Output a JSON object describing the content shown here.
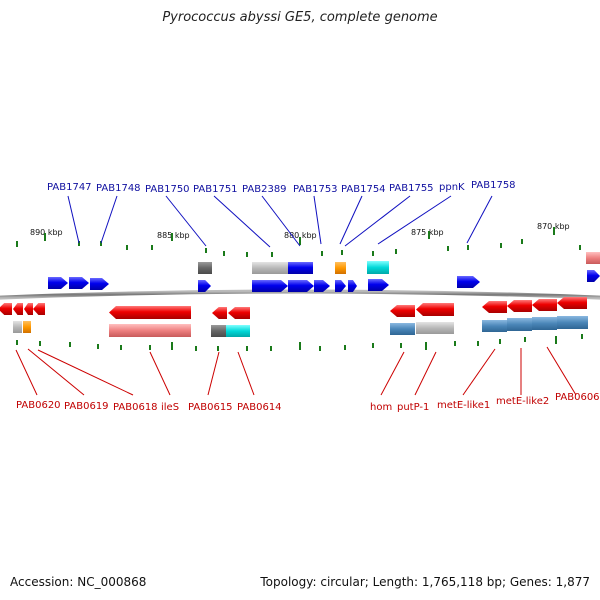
{
  "title": "Pyrococcus abyssi GE5, complete genome",
  "footer": {
    "accession": "Accession: NC_000868",
    "summary": "Topology: circular; Length: 1,765,118 bp; Genes: 1,877"
  },
  "scale_labels": [
    "890 kbp",
    "885 kbp",
    "880 kbp",
    "875 kbp",
    "870 kbp"
  ],
  "colors": {
    "forward_gene": "#0000ee",
    "reverse_gene": "#ee0000",
    "top_label": "#1010a0",
    "bottom_label": "#c00000",
    "backbone": "#888888",
    "tick": "#1a7a1a",
    "feature_gray": "#999999",
    "feature_orange": "#ff9900",
    "feature_cyan": "#00cccc",
    "feature_steel": "#4a86b8",
    "feature_pink": "#ee8080"
  },
  "top_genes": [
    {
      "label": "PAB1747"
    },
    {
      "label": "PAB1748"
    },
    {
      "label": "PAB1750"
    },
    {
      "label": "PAB1751"
    },
    {
      "label": "PAB2389"
    },
    {
      "label": "PAB1753"
    },
    {
      "label": "PAB1754"
    },
    {
      "label": "PAB1755"
    },
    {
      "label": "ppnK"
    },
    {
      "label": "PAB1758"
    }
  ],
  "bottom_genes": [
    {
      "label": "PAB0620"
    },
    {
      "label": "PAB0619"
    },
    {
      "label": "PAB0618"
    },
    {
      "label": "ileS"
    },
    {
      "label": "PAB0615"
    },
    {
      "label": "PAB0614"
    },
    {
      "label": "hom"
    },
    {
      "label": "putP-1"
    },
    {
      "label": "metE-like1"
    },
    {
      "label": "metE-like2"
    },
    {
      "label": "PAB0606"
    }
  ]
}
